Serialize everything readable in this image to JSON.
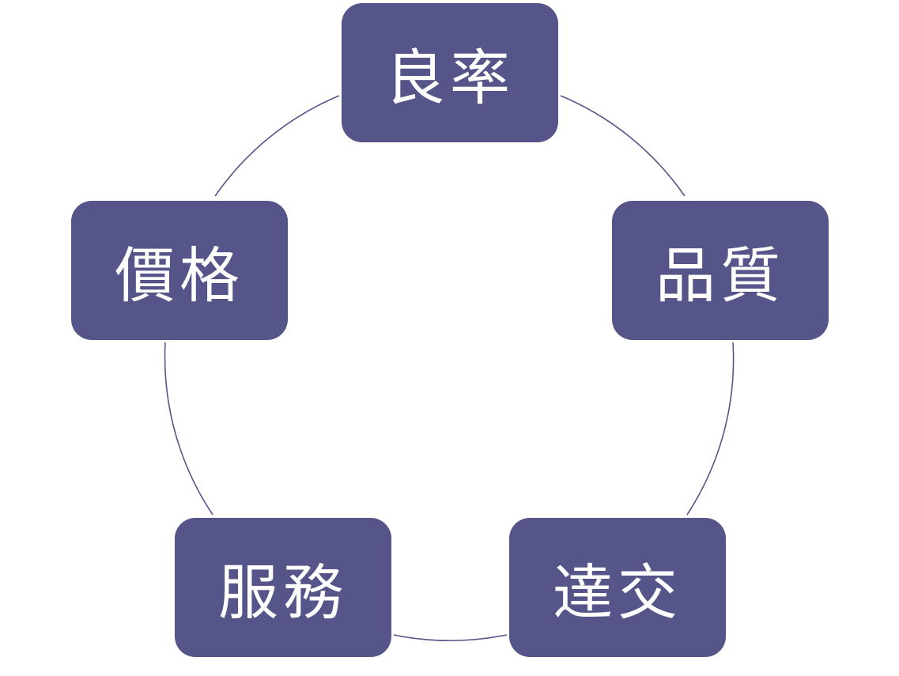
{
  "diagram": {
    "type": "cycle",
    "colors": {
      "node_fill": "#55558a",
      "node_text": "#ffffff",
      "connector": "#55558a"
    },
    "nodes": [
      {
        "label": "良率"
      },
      {
        "label": "品質"
      },
      {
        "label": "達交"
      },
      {
        "label": "服務"
      },
      {
        "label": "價格"
      }
    ]
  }
}
